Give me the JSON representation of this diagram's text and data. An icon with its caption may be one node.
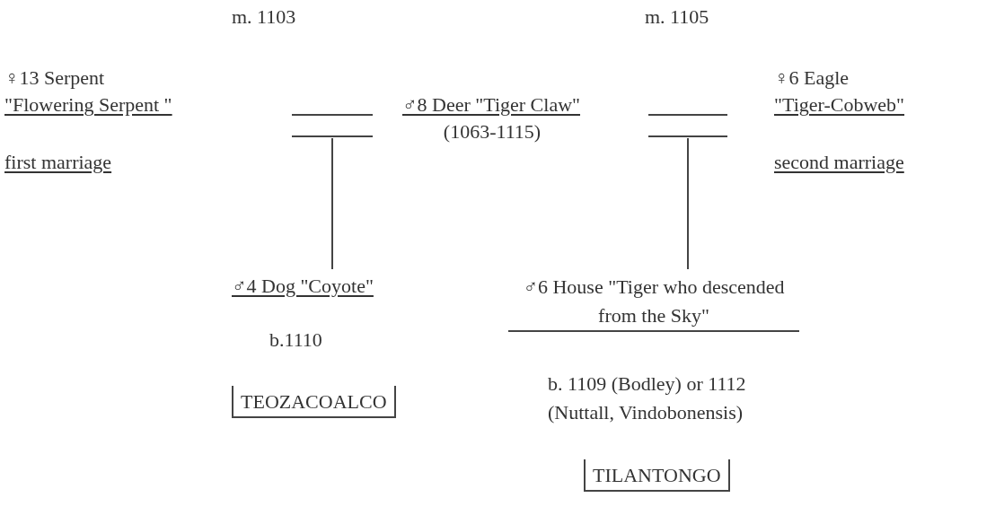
{
  "diagram": {
    "nodes": [
      {
        "text": [
          "♀13 Serpent",
          "\"Flowering Serpent \""
        ],
        "beside": [
          "first marriage"
        ]
      },
      {
        "text": [],
        "shape": "bar"
      },
      {
        "text": [
          "♂8 Deer \"Tiger Claw\"",
          "(1063-1115)"
        ]
      },
      {
        "text": [],
        "shape": "bar"
      },
      {
        "text": [
          "♀6 Eagle",
          "\"Tiger-Cobweb\""
        ],
        "beside": [
          "second marriage"
        ]
      },
      {
        "text": [
          "♂4 Dog \"Coyote\""
        ],
        "beside": [
          "b.1110"
        ]
      },
      {
        "text": [
          "TEOZACOALCO"
        ]
      },
      {
        "text": [
          "♂6 House \"Tiger who descended from the Sky\""
        ],
        "beside": [
          "b. 1109 (Bodley) or 1112 (Nuttall, Vindobonensis)"
        ]
      },
      {
        "text": [
          "TILANTONGO"
        ]
      }
    ],
    "edges": [
      {
        "from": 1,
        "to": 5,
        "arrow": "none"
      },
      {
        "from": 3,
        "to": 7,
        "arrow": "none"
      }
    ],
    "labels": [
      "m. 1103",
      "m. 1105"
    ]
  }
}
